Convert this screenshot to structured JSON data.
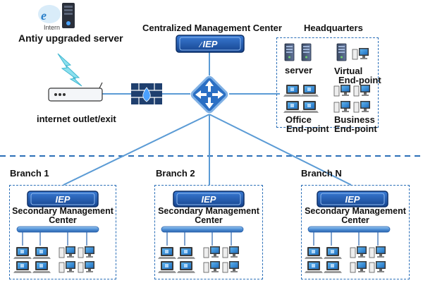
{
  "internet": {
    "server_label": "Antiy upgraded server",
    "internet_text": "Intern"
  },
  "outlet": {
    "label": "internet outlet/exit"
  },
  "central": {
    "title": "Centralized Management Center",
    "appliance_text": "IEP"
  },
  "headquarters": {
    "title": "Headquarters",
    "server_label": "server",
    "virtual_label_1": "Virtual",
    "virtual_label_2": "End-point",
    "office_label_1": "Office",
    "office_label_2": "End-point",
    "business_label_1": "Business",
    "business_label_2": "End-point"
  },
  "branches": [
    {
      "title": "Branch 1",
      "appliance_text": "IEP",
      "center_line1": "Secondary Management",
      "center_line2": "Center"
    },
    {
      "title": "Branch 2",
      "appliance_text": "IEP",
      "center_line1": "Secondary Management",
      "center_line2": "Center"
    },
    {
      "title": "Branch N",
      "appliance_text": "IEP",
      "center_line1": "Secondary Management",
      "center_line2": "Center"
    }
  ],
  "colors": {
    "accent": "#2b6fb8",
    "appliance": "#1d4fa0",
    "line": "#5b9bd5",
    "firewall": "#1f3f6e",
    "monitor": "#2e8fd9"
  }
}
